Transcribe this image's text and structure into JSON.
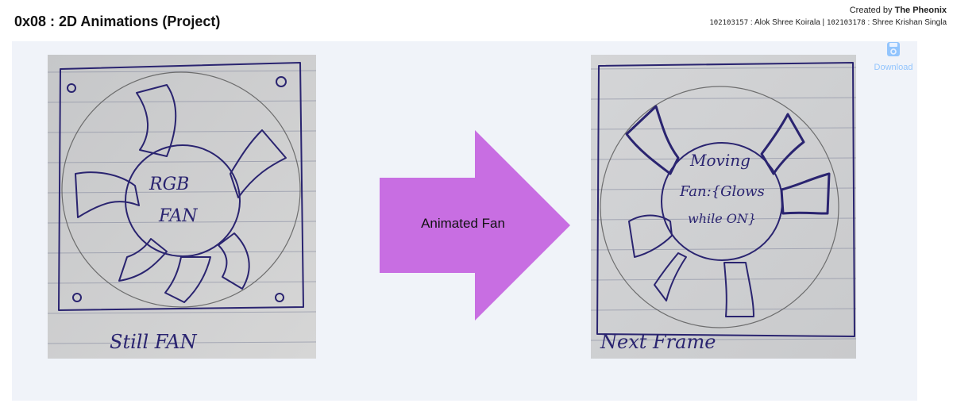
{
  "header": {
    "title": "0x08 : 2D Animations (Project)",
    "created_by_prefix": "Created by ",
    "created_by_name": "The Pheonix",
    "author1_id": "102103157",
    "author1_name": " : Alok Shree Koirala",
    "separator": "|",
    "author2_id": "102103178",
    "author2_name": " : Shree Krishan Singla"
  },
  "toolbar": {
    "download_label": "Download",
    "download_icon": "floppy-disk-icon"
  },
  "left_drawing": {
    "center_line1": "RGB",
    "center_line2": "FAN",
    "caption": "Still FAN"
  },
  "arrow": {
    "label": "Animated Fan",
    "color": "#c86ee2"
  },
  "right_drawing": {
    "center_line1": "Moving",
    "center_line2": "Fan:{Glows",
    "center_line3": "while ON}",
    "caption": "Next Frame"
  },
  "colors": {
    "canvas_bg": "#f0f3f9",
    "ink": "#2a2470",
    "download": "#93c5fd"
  }
}
